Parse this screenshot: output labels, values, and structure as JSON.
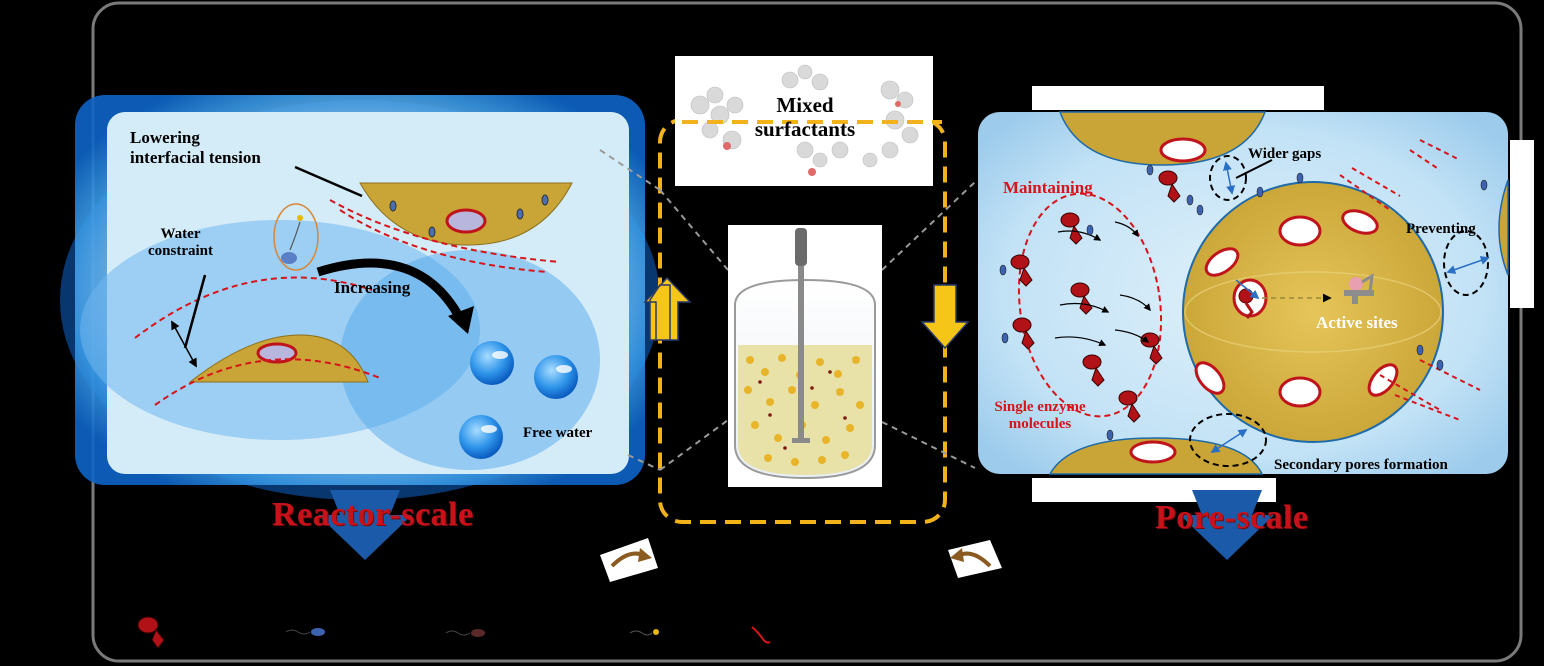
{
  "reactor": {
    "lowering_label": "Lowering\ninterfacial tension",
    "water_constraint_label": "Water\nconstraint",
    "increasing_label": "Increasing",
    "free_water_label": "Free water",
    "scale_title": "Reactor-scale"
  },
  "center": {
    "mixed_surfactants_label": "Mixed\nsurfactants"
  },
  "pore": {
    "maintaining_label": "Maintaining",
    "wider_gaps_label": "Wider gaps",
    "preventing_label": "Preventing",
    "active_sites_label": "Active sites",
    "single_enzyme_label": "Single enzyme\nmolecules",
    "secondary_pores_label": "Secondary pores formation",
    "scale_title": "Pore-scale"
  },
  "colors": {
    "outer_frame": "#7a7a7a",
    "panel_fill": "#cfe6f5",
    "panel_glow": "#1f8be0",
    "oil_gold": "#c9a436",
    "pore_ring": "#c0141c",
    "dashed_gold": "#f2b21a",
    "enzyme_red": "#b01218",
    "scale_title_red": "#c8121a",
    "down_arrow_blue": "#1a5aa8"
  },
  "icons": [
    "enzyme-icon",
    "surfactant-blue-icon",
    "surfactant-dark-icon",
    "surfactant-yellow-icon",
    "red-chain-icon",
    "reactor-vessel-icon",
    "water-droplet-icon"
  ]
}
